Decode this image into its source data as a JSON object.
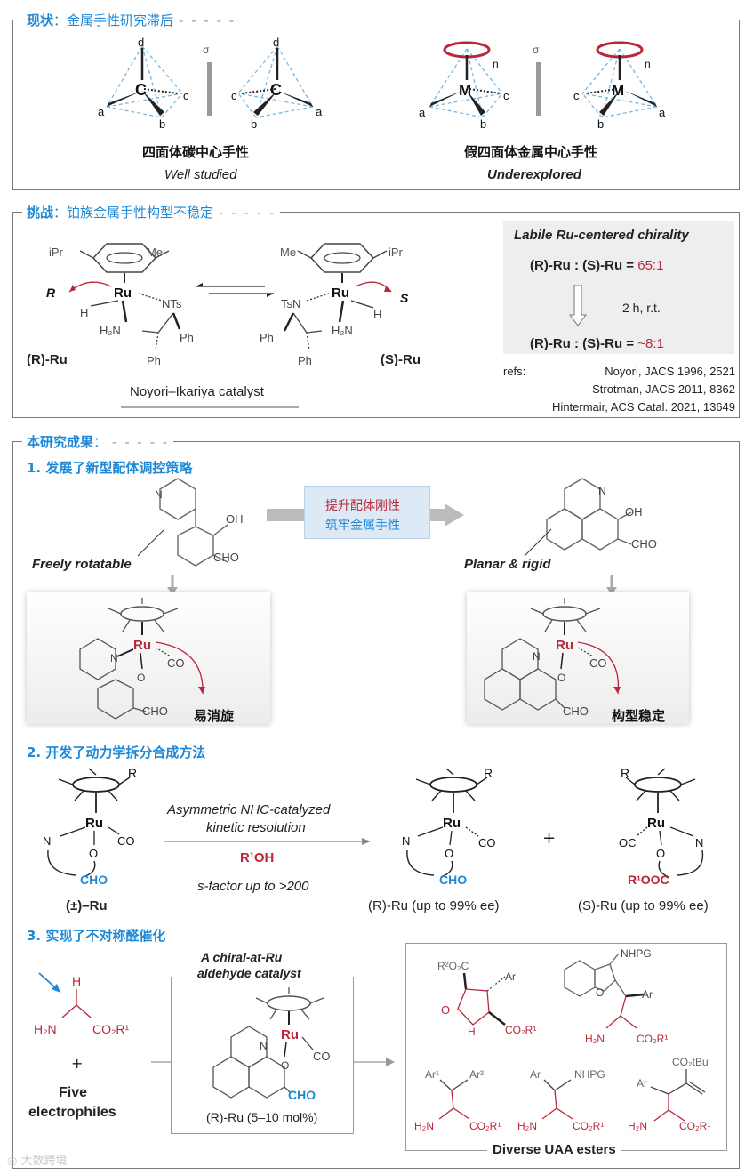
{
  "panel1": {
    "label": "现状",
    "title": "金属手性研究滞后",
    "sigma1": "σ",
    "sigma2": "σ",
    "carbon_title": "四面体碳中心手性",
    "carbon_status": "Well studied",
    "metal_title": "假四面体金属中心手性",
    "metal_status": "Underexplored",
    "atoms": {
      "C": "C",
      "M": "M",
      "a": "a",
      "b": "b",
      "c": "c",
      "d": "d",
      "n": "n"
    }
  },
  "panel2": {
    "label": "挑战",
    "title": "铂族金属手性构型不稳定",
    "R_ru": "(R)-Ru",
    "S_ru": "(S)-Ru",
    "catalyst_name": "Noyori–Ikariya catalyst",
    "labile_title": "Labile Ru-centered chirality",
    "ratio1_prefix": "(R)-Ru : (S)-Ru = ",
    "ratio1_value": "65:1",
    "conditions": "2 h, r.t.",
    "ratio2_prefix": "(R)-Ru : (S)-Ru = ",
    "ratio2_value": "~8:1",
    "refs_label": "refs:",
    "refs": [
      "Noyori, JACS 1996, 2521",
      "Strotman, JACS 2011, 8362",
      "Hintermair, ACS Catal. 2021, 13649"
    ],
    "atoms": {
      "iPr": "iPr",
      "Me": "Me",
      "Ru": "Ru",
      "NTs": "NTs",
      "TsN": "TsN",
      "H": "H",
      "NH2": "H₂N",
      "Ph": "Ph",
      "R": "R",
      "S": "S"
    }
  },
  "panel3": {
    "label": "本研究成果",
    "sec1": "1. 发展了新型配体调控策略",
    "strategy_line1": "提升配体刚性",
    "strategy_line2": "筑牢金属手性",
    "freely": "Freely rotatable",
    "planar": "Planar & rigid",
    "easy_rac": "易消旋",
    "stable": "构型稳定",
    "sec2": "2. 开发了动力学拆分合成方法",
    "kr_line1": "Asymmetric NHC-catalyzed",
    "kr_line2": "kinetic resolution",
    "kr_reagent": "R¹OH",
    "kr_sfactor": "s-factor up to >200",
    "rac_label": "(±)–Ru",
    "R_product": "(R)-Ru (up to 99% ee)",
    "S_product": "(S)-Ru (up to 99% ee)",
    "plus": "+",
    "sec3": "3. 实现了不对称醛催化",
    "catalyst_title1": "A chiral-at-Ru",
    "catalyst_title2": "aldehyde catalyst",
    "catalyst_load": "(R)-Ru (5–10 mol%)",
    "five": "Five",
    "electrophiles": "electrophiles",
    "diverse": "Diverse UAA esters",
    "atoms": {
      "OH": "OH",
      "CHO": "CHO",
      "CO": "CO",
      "Ru": "Ru",
      "N": "N",
      "O": "O",
      "R": "R",
      "OC": "OC",
      "R1OOC": "R¹OOC",
      "H": "H",
      "H2N": "H₂N",
      "CO2R1": "CO₂R¹",
      "R2O2C": "R²O₂C",
      "Ar": "Ar",
      "Ar1": "Ar¹",
      "Ar2": "Ar²",
      "NHPG": "NHPG",
      "CO2tBu": "CO₂tBu",
      "NH": "H"
    }
  },
  "watermark": "大数跨境"
}
